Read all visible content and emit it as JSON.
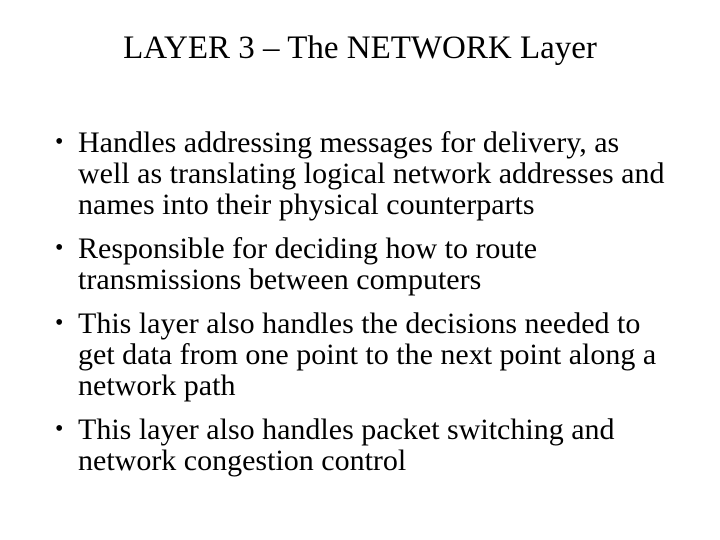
{
  "slide": {
    "title": "LAYER 3 – The NETWORK Layer",
    "bullet_glyph": "•",
    "background_color": "#ffffff",
    "text_color": "#000000",
    "bullets": [
      {
        "text": "Handles addressing messages for delivery, as well as translating logical network addresses and names into their physical counterparts",
        "lines": [
          "Handles addressing messages for delivery, as",
          "well as translating logical network addresses and",
          "names into their physical counterparts"
        ]
      },
      {
        "text": "Responsible for deciding how to route transmissions between computers",
        "lines": [
          "Responsible for deciding how to route",
          "transmissions between computers"
        ]
      },
      {
        "text": "This layer also handles the decisions needed to get data from one point to the next point along a network path",
        "lines": [
          "This layer also handles the decisions needed to",
          "get data from one point to the next point along a",
          "network path"
        ]
      },
      {
        "text": "This layer also handles packet switching and network congestion control",
        "lines": [
          "This layer also handles packet switching and",
          "network congestion control"
        ]
      }
    ]
  }
}
